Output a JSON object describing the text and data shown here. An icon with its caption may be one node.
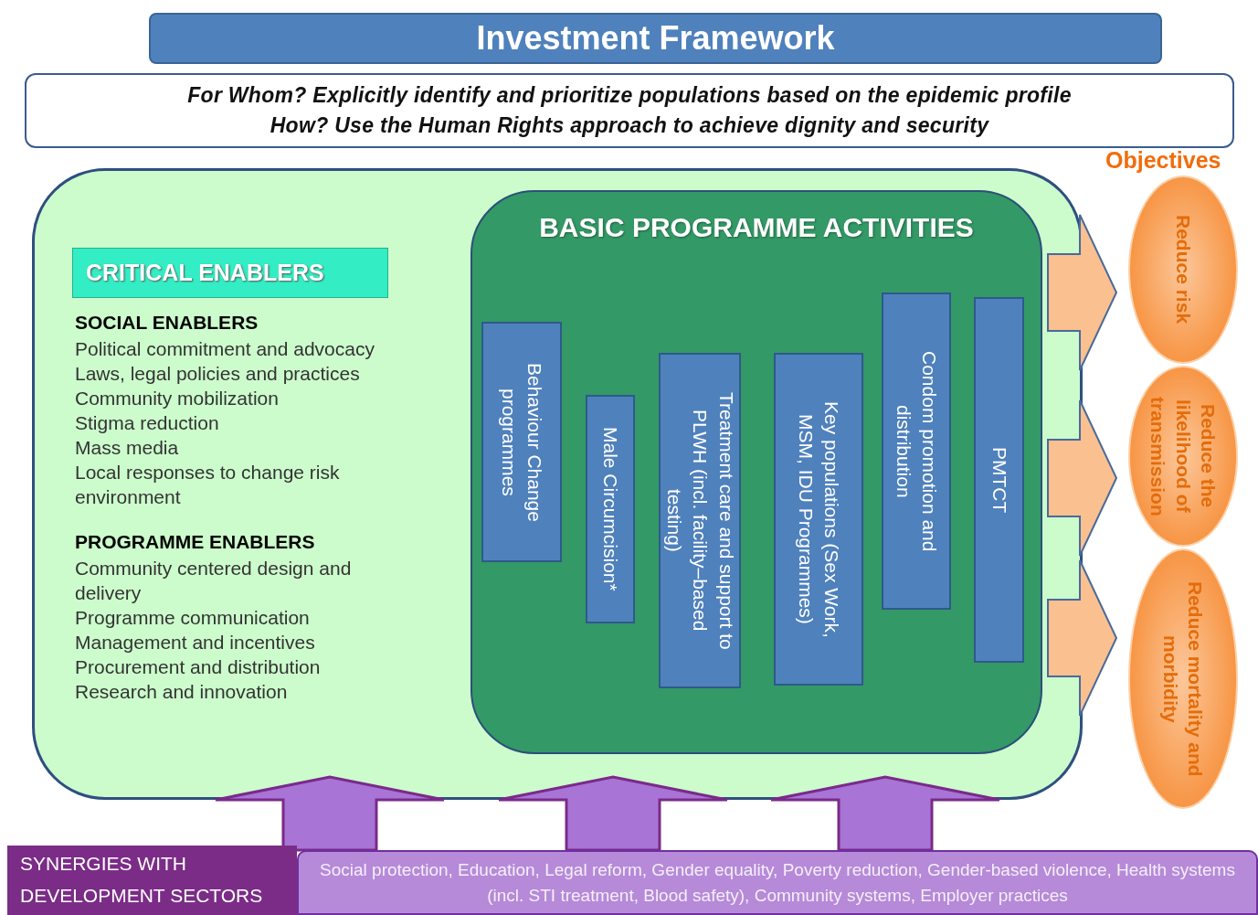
{
  "diagram": {
    "nodes": [
      {
        "text": [
          "Investment Framework"
        ]
      },
      {
        "text": [
          "For Whom? Explicitly identify and prioritize populations based on the epidemic profile",
          "How? Use the Human Rights approach to achieve dignity and security"
        ]
      },
      {
        "text": [
          "SOCIAL ENABLERS",
          "Political commitment and advocacy",
          "Laws, legal policies and practices",
          "Community mobilization",
          "Stigma reduction",
          "Mass media",
          "Local responses to change risk environment",
          "PROGRAMME ENABLERS",
          "Community centered design and delivery",
          "Programme communication",
          "Management and incentives",
          "Procurement and distribution",
          "Research and innovation"
        ]
      },
      {
        "text": [
          "CRITICAL ENABLERS"
        ],
        "in": 2
      },
      {
        "text": [
          "BASIC PROGRAMME ACTIVITIES"
        ],
        "in": 2
      },
      {
        "text": [
          "Behaviour Change programmes"
        ],
        "in": 4
      },
      {
        "text": [
          "Male Circumcision*"
        ],
        "in": 4
      },
      {
        "text": [
          "Treatment care and support to PLWH (incl. facility–based testing)"
        ],
        "in": 4
      },
      {
        "text": [
          "Key populations (Sex Work, MSM, IDU Programmes)"
        ],
        "in": 4
      },
      {
        "text": [
          "Condom promotion and distribution"
        ],
        "in": 4
      },
      {
        "text": [
          "PMTCT"
        ],
        "in": 4
      },
      {
        "text": [
          "Reduce risk"
        ]
      },
      {
        "text": [
          "Reduce the likelihood of transmission"
        ]
      },
      {
        "text": [
          "Reduce mortality and morbidity"
        ]
      },
      {
        "text": [
          "SYNERGIES WITH DEVELOPMENT SECTORS"
        ]
      },
      {
        "text": [
          "Social protection, Education, Legal reform, Gender equality, Poverty reduction, Gender-based violence, Health systems (incl. STI treatment, Blood safety), Community systems, Employer practices"
        ]
      }
    ],
    "edges": [
      {
        "from": 2,
        "to": 11,
        "arrow": "to"
      },
      {
        "from": 2,
        "to": 12,
        "arrow": "to"
      },
      {
        "from": 2,
        "to": 13,
        "arrow": "to"
      },
      {
        "from": 15,
        "to": 2,
        "arrow": "to"
      },
      {
        "from": 15,
        "to": 2,
        "arrow": "to"
      },
      {
        "from": 15,
        "to": 2,
        "arrow": "to"
      }
    ],
    "labels": [
      "Objectives"
    ]
  }
}
